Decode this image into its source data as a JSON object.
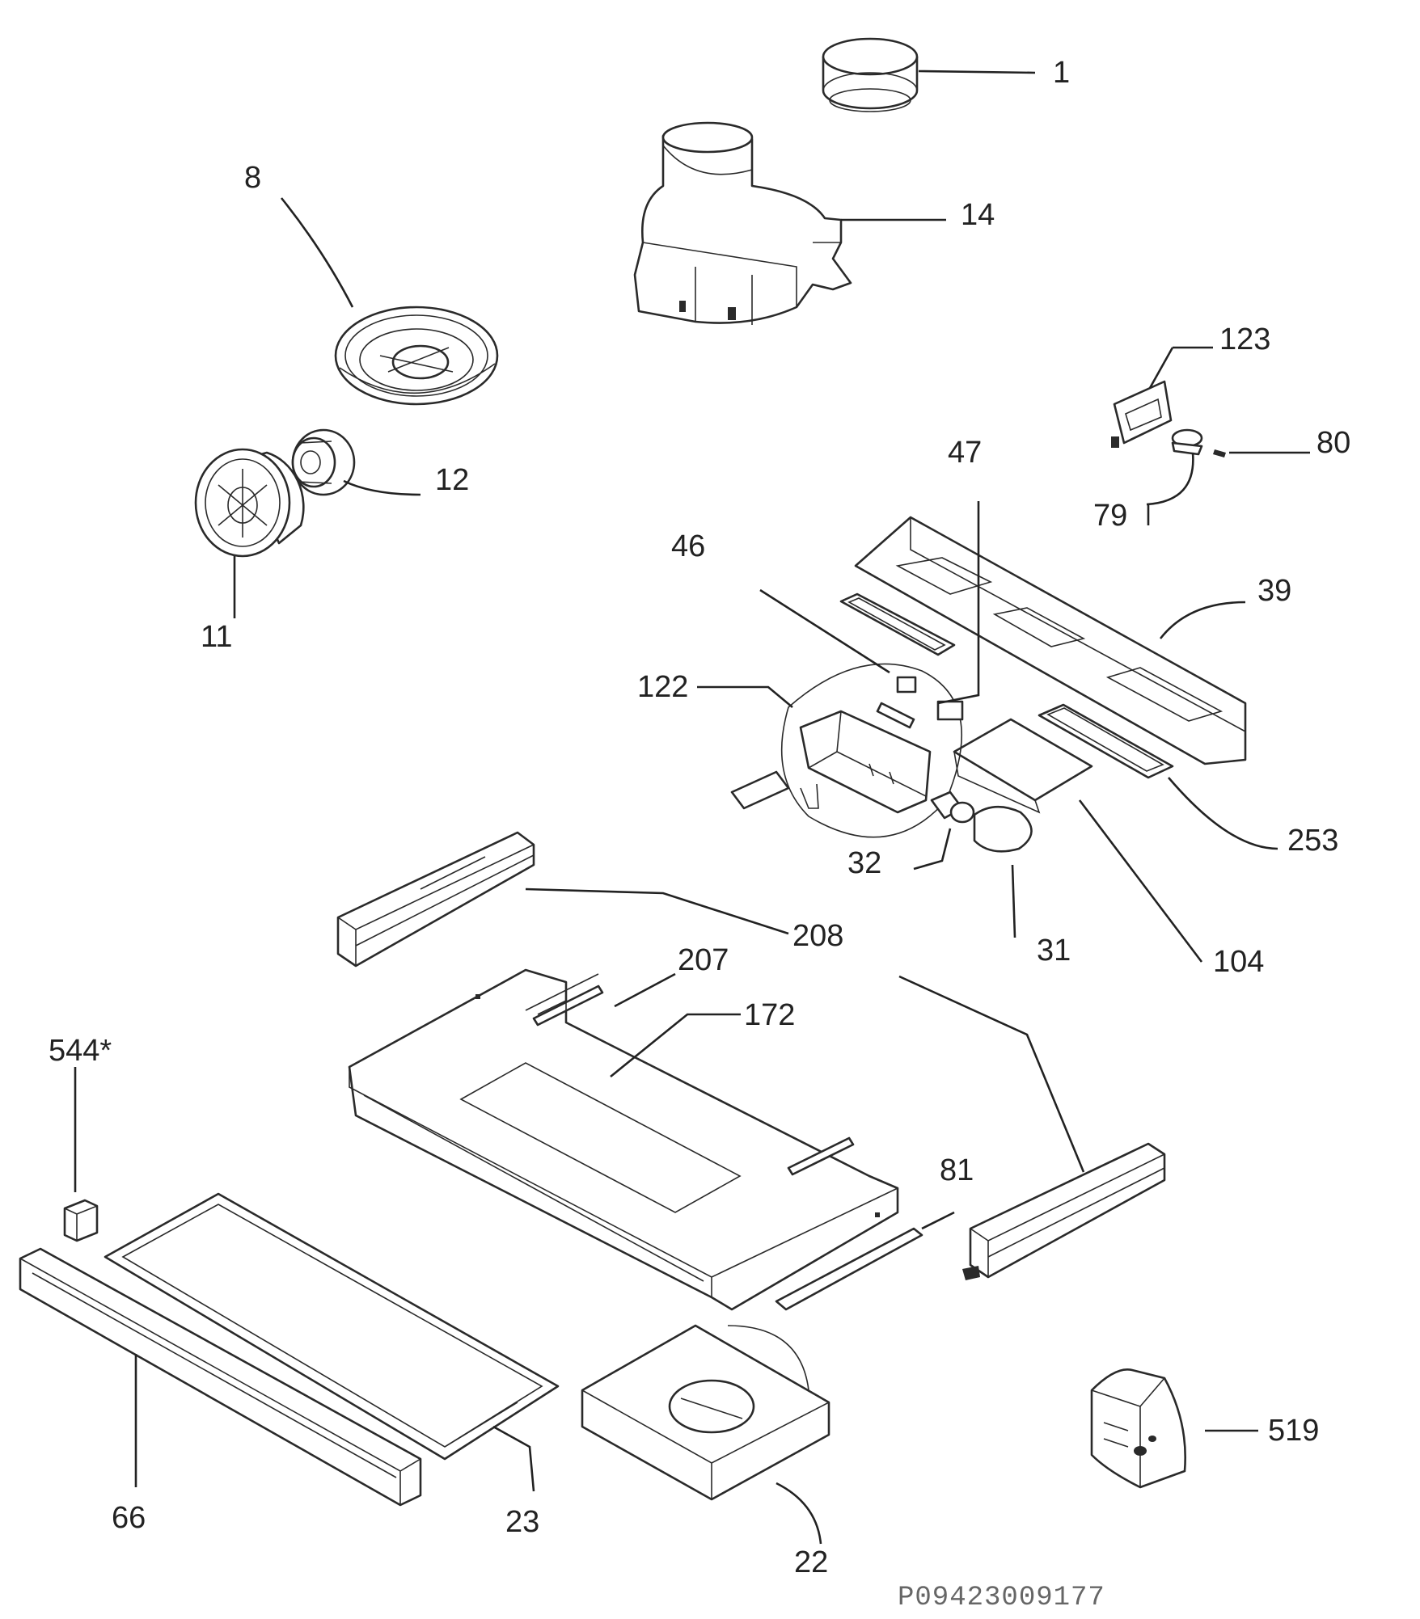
{
  "document_code": "P09423009177",
  "callouts": [
    {
      "id": "c1",
      "label": "1"
    },
    {
      "id": "c8",
      "label": "8"
    },
    {
      "id": "c14",
      "label": "14"
    },
    {
      "id": "c12",
      "label": "12"
    },
    {
      "id": "c11",
      "label": "11"
    },
    {
      "id": "c123",
      "label": "123"
    },
    {
      "id": "c47",
      "label": "47"
    },
    {
      "id": "c80",
      "label": "80"
    },
    {
      "id": "c79",
      "label": "79"
    },
    {
      "id": "c46",
      "label": "46"
    },
    {
      "id": "c39",
      "label": "39"
    },
    {
      "id": "c122",
      "label": "122"
    },
    {
      "id": "c253",
      "label": "253"
    },
    {
      "id": "c32",
      "label": "32"
    },
    {
      "id": "c31",
      "label": "31"
    },
    {
      "id": "c104",
      "label": "104"
    },
    {
      "id": "c208",
      "label": "208"
    },
    {
      "id": "c207",
      "label": "207"
    },
    {
      "id": "c172",
      "label": "172"
    },
    {
      "id": "c544",
      "label": "544*"
    },
    {
      "id": "c81",
      "label": "81"
    },
    {
      "id": "c519",
      "label": "519"
    },
    {
      "id": "c66",
      "label": "66"
    },
    {
      "id": "c23",
      "label": "23"
    },
    {
      "id": "c22",
      "label": "22"
    }
  ]
}
